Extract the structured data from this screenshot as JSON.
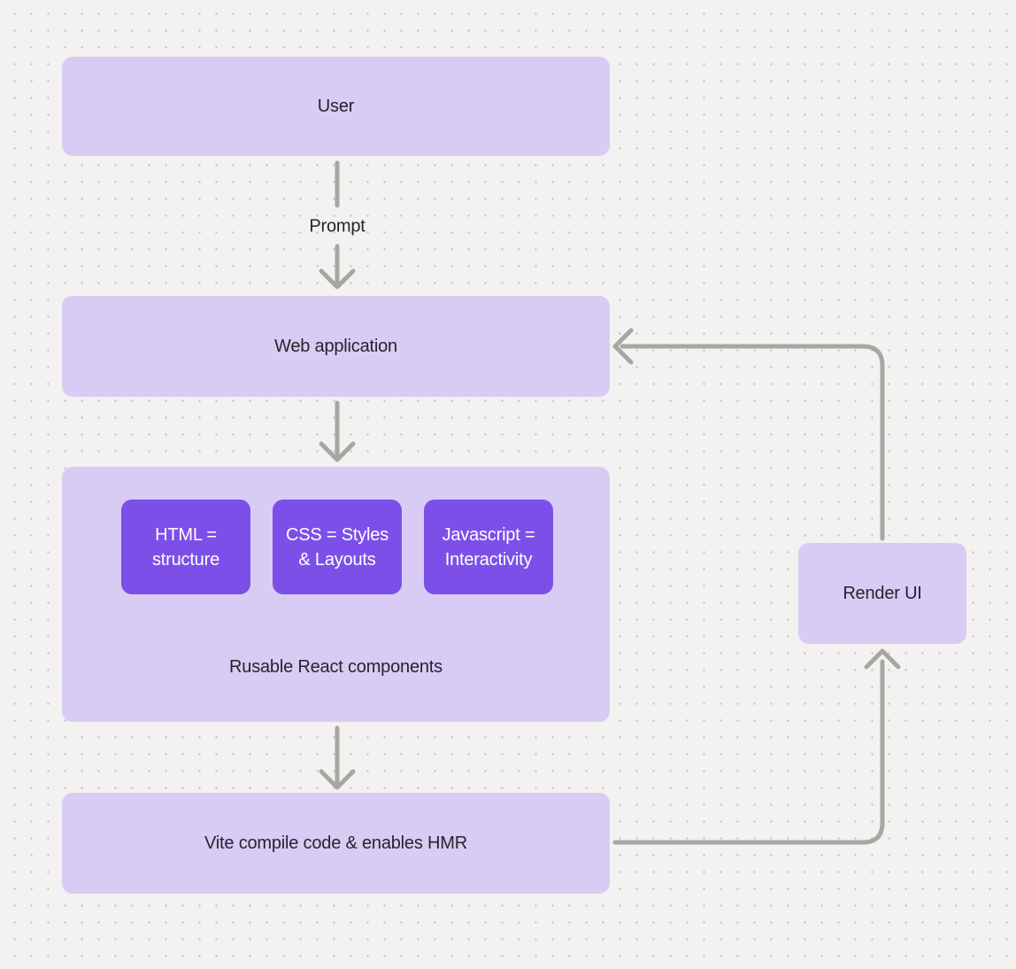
{
  "diagram": {
    "nodes": {
      "user": {
        "label": "User"
      },
      "web_application": {
        "label": "Web application"
      },
      "components_group": {
        "caption": "Rusable React components",
        "children": [
          {
            "lines": [
              "HTML =",
              "structure"
            ]
          },
          {
            "lines": [
              "CSS = Styles",
              "& Layouts"
            ]
          },
          {
            "lines": [
              "Javascript =",
              "Interactivity"
            ]
          }
        ]
      },
      "vite": {
        "label": "Vite compile code & enables HMR"
      },
      "render_ui": {
        "label": "Render UI"
      }
    },
    "edges": [
      {
        "from": "User",
        "to": "Web application",
        "label": "Prompt"
      },
      {
        "from": "Web application",
        "to": "React components group",
        "label": ""
      },
      {
        "from": "React components group",
        "to": "Vite compile code & enables HMR",
        "label": ""
      },
      {
        "from": "Vite compile code & enables HMR",
        "to": "Render UI",
        "label": ""
      },
      {
        "from": "Render UI",
        "to": "Web application",
        "label": ""
      }
    ]
  },
  "colors": {
    "canvas-bg": "#f3f2f1",
    "dot": "#c9c7c5",
    "node-bg": "#d8ccf5",
    "accent": "#7c50e8",
    "arrow": "#a8a6a3",
    "text": "#25242c",
    "text-on-accent": "#ffffff"
  }
}
